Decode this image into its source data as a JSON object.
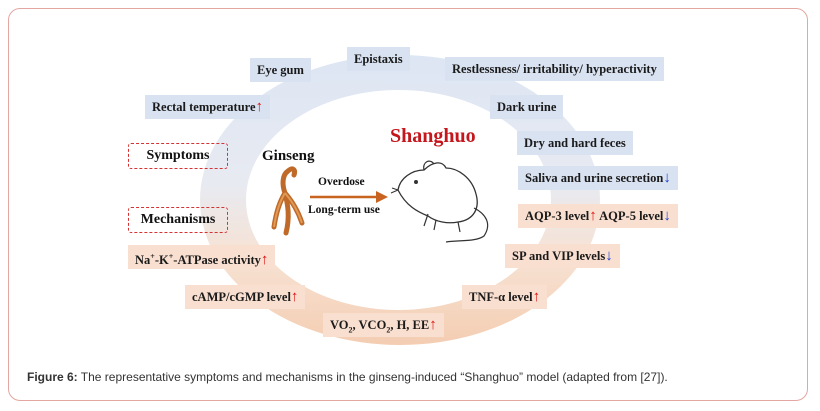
{
  "center": {
    "title": "Shanghuo",
    "herb": "Ginseng",
    "arrow_top": "Overdose",
    "arrow_bottom": "Long-term use"
  },
  "labels": {
    "symptoms": "Symptoms",
    "mechanisms": "Mechanisms"
  },
  "boxes": {
    "eye_gum": "Eye gum",
    "epistaxis": "Epistaxis",
    "restlessness": "Restlessness/ irritability/ hyperactivity",
    "rectal_temp": "Rectal temperature",
    "dark_urine": "Dark urine",
    "dry_feces": "Dry and hard feces",
    "saliva": "Saliva and urine secretion",
    "aqp3": "AQP-3 level",
    "aqp5": "AQP-5 level",
    "sp_vip": "SP and VIP levels",
    "na_k_pre": "Na",
    "na_k_mid": "-K",
    "na_k_post": "-ATPase activity",
    "sup_plus": "+",
    "camp": "cAMP/cGMP level",
    "tnf": "TNF-α level",
    "vo2_a": "VO",
    "vo2_b": ", VCO",
    "vo2_c": ", H, EE",
    "sub_2": "2"
  },
  "arrows": {
    "up": "↑",
    "down": "↓"
  },
  "caption": {
    "label": "Figure 6:",
    "text": " The representative symptoms and mechanisms in the ginseng-induced “Shanghuo” model (adapted from [27])."
  },
  "colors": {
    "increase": "#e01010",
    "decrease": "#1a3fd6",
    "title": "#c4161c",
    "border": "#e4a6a0"
  },
  "icons": [
    "ginseng-root-illustration",
    "mouse-illustration",
    "orange-right-arrow-icon"
  ]
}
